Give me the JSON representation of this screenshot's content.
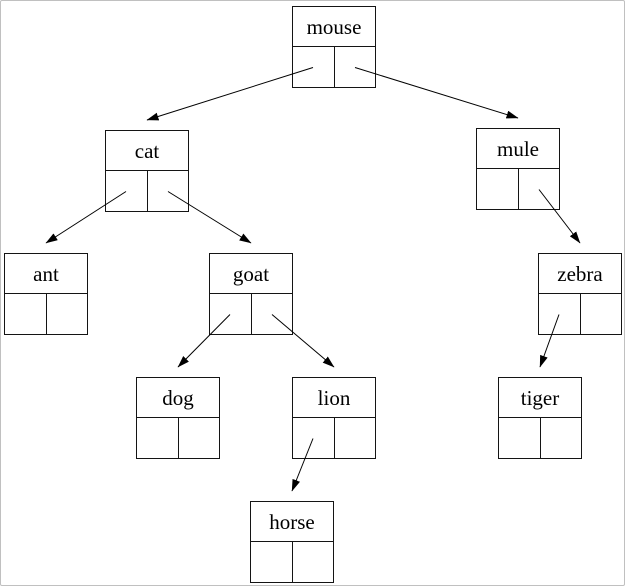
{
  "diagram": {
    "type": "binary-tree",
    "nodes": {
      "mouse": {
        "label": "mouse"
      },
      "cat": {
        "label": "cat"
      },
      "mule": {
        "label": "mule"
      },
      "ant": {
        "label": "ant"
      },
      "goat": {
        "label": "goat"
      },
      "zebra": {
        "label": "zebra"
      },
      "dog": {
        "label": "dog"
      },
      "lion": {
        "label": "lion"
      },
      "tiger": {
        "label": "tiger"
      },
      "horse": {
        "label": "horse"
      }
    },
    "edges": [
      {
        "from": "mouse",
        "pointer": "left",
        "to": "cat"
      },
      {
        "from": "mouse",
        "pointer": "right",
        "to": "mule"
      },
      {
        "from": "cat",
        "pointer": "left",
        "to": "ant"
      },
      {
        "from": "cat",
        "pointer": "right",
        "to": "goat"
      },
      {
        "from": "mule",
        "pointer": "right",
        "to": "zebra"
      },
      {
        "from": "goat",
        "pointer": "left",
        "to": "dog"
      },
      {
        "from": "goat",
        "pointer": "right",
        "to": "lion"
      },
      {
        "from": "zebra",
        "pointer": "left",
        "to": "tiger"
      },
      {
        "from": "lion",
        "pointer": "left",
        "to": "horse"
      }
    ],
    "colors": {
      "line": "#000000",
      "box_border": "#141414",
      "background": "#ffffff",
      "page_border": "#c0c0c0"
    }
  }
}
